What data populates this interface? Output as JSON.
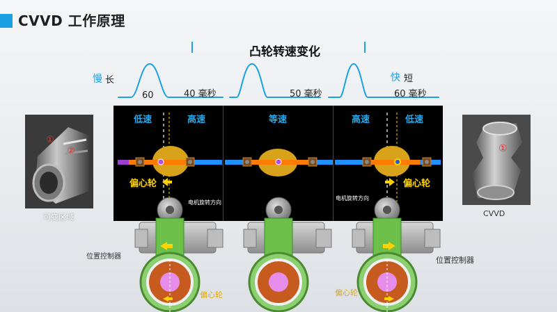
{
  "header": {
    "title": "CVVD 工作原理"
  },
  "diagram": {
    "section_title": "凸轮转速变化",
    "left_speed_slow": "慢",
    "left_speed_long": "长",
    "duration_left_peak": "60",
    "duration_left_gap": "40 毫秒",
    "duration_mid_gap": "50 毫秒",
    "right_speed_fast": "快",
    "right_speed_short": "短",
    "duration_right_gap": "60 毫秒"
  },
  "panels": {
    "left": {
      "slow": "低速",
      "fast": "高速",
      "eccentric": "偏心轮"
    },
    "middle": {
      "constant": "等速"
    },
    "right": {
      "fast": "高速",
      "slow": "低速",
      "eccentric": "偏心轮"
    }
  },
  "labels": {
    "left_photo_caption": "可变区域",
    "right_photo_caption": "CVVD",
    "motor_dir_left": "电机旋转方向",
    "motor_dir_right": "电机旋转方向",
    "position_controller_left": "位置控制器",
    "position_controller_right": "位置控制器",
    "eccentric_left": "偏心轮",
    "eccentric_right": "偏心轮",
    "marker_1": "①",
    "marker_2": "②"
  },
  "colors": {
    "accent": "#1ba1e2",
    "yellow": "#ffd200",
    "orange_rail": "#ff7b00",
    "blue_rail": "#1e90ff",
    "purple_rail": "#9b3fd0"
  }
}
